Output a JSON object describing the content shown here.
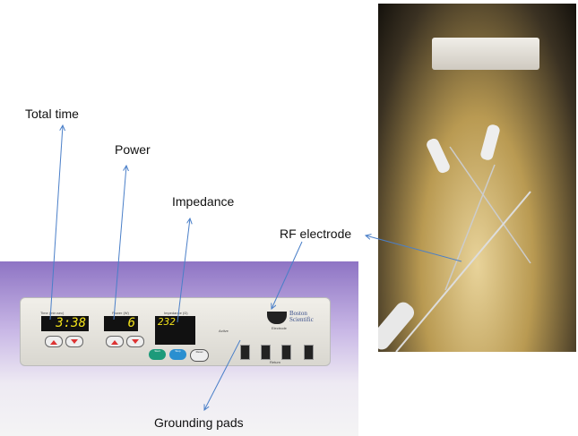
{
  "labels": {
    "total_time": "Total time",
    "power": "Power",
    "impedance": "Impedance",
    "rf_electrode": "RF electrode",
    "grounding_pads": "Grounding pads"
  },
  "device": {
    "time_label": "Time (min:sec)",
    "time_value": "3:38",
    "power_label": "Power (W)",
    "power_value": "6",
    "impedance_label": "Impedance (Ω)",
    "impedance_value": "232",
    "start": "Start",
    "stop": "Stop",
    "reset": "Reset",
    "active": "Active",
    "electrode": "Electrode",
    "return": "Return",
    "brand_line1": "Boston",
    "brand_line2": "Scientific"
  },
  "colors": {
    "arrow": "#4a7fc8",
    "lcd_text": "#f2e21a"
  }
}
